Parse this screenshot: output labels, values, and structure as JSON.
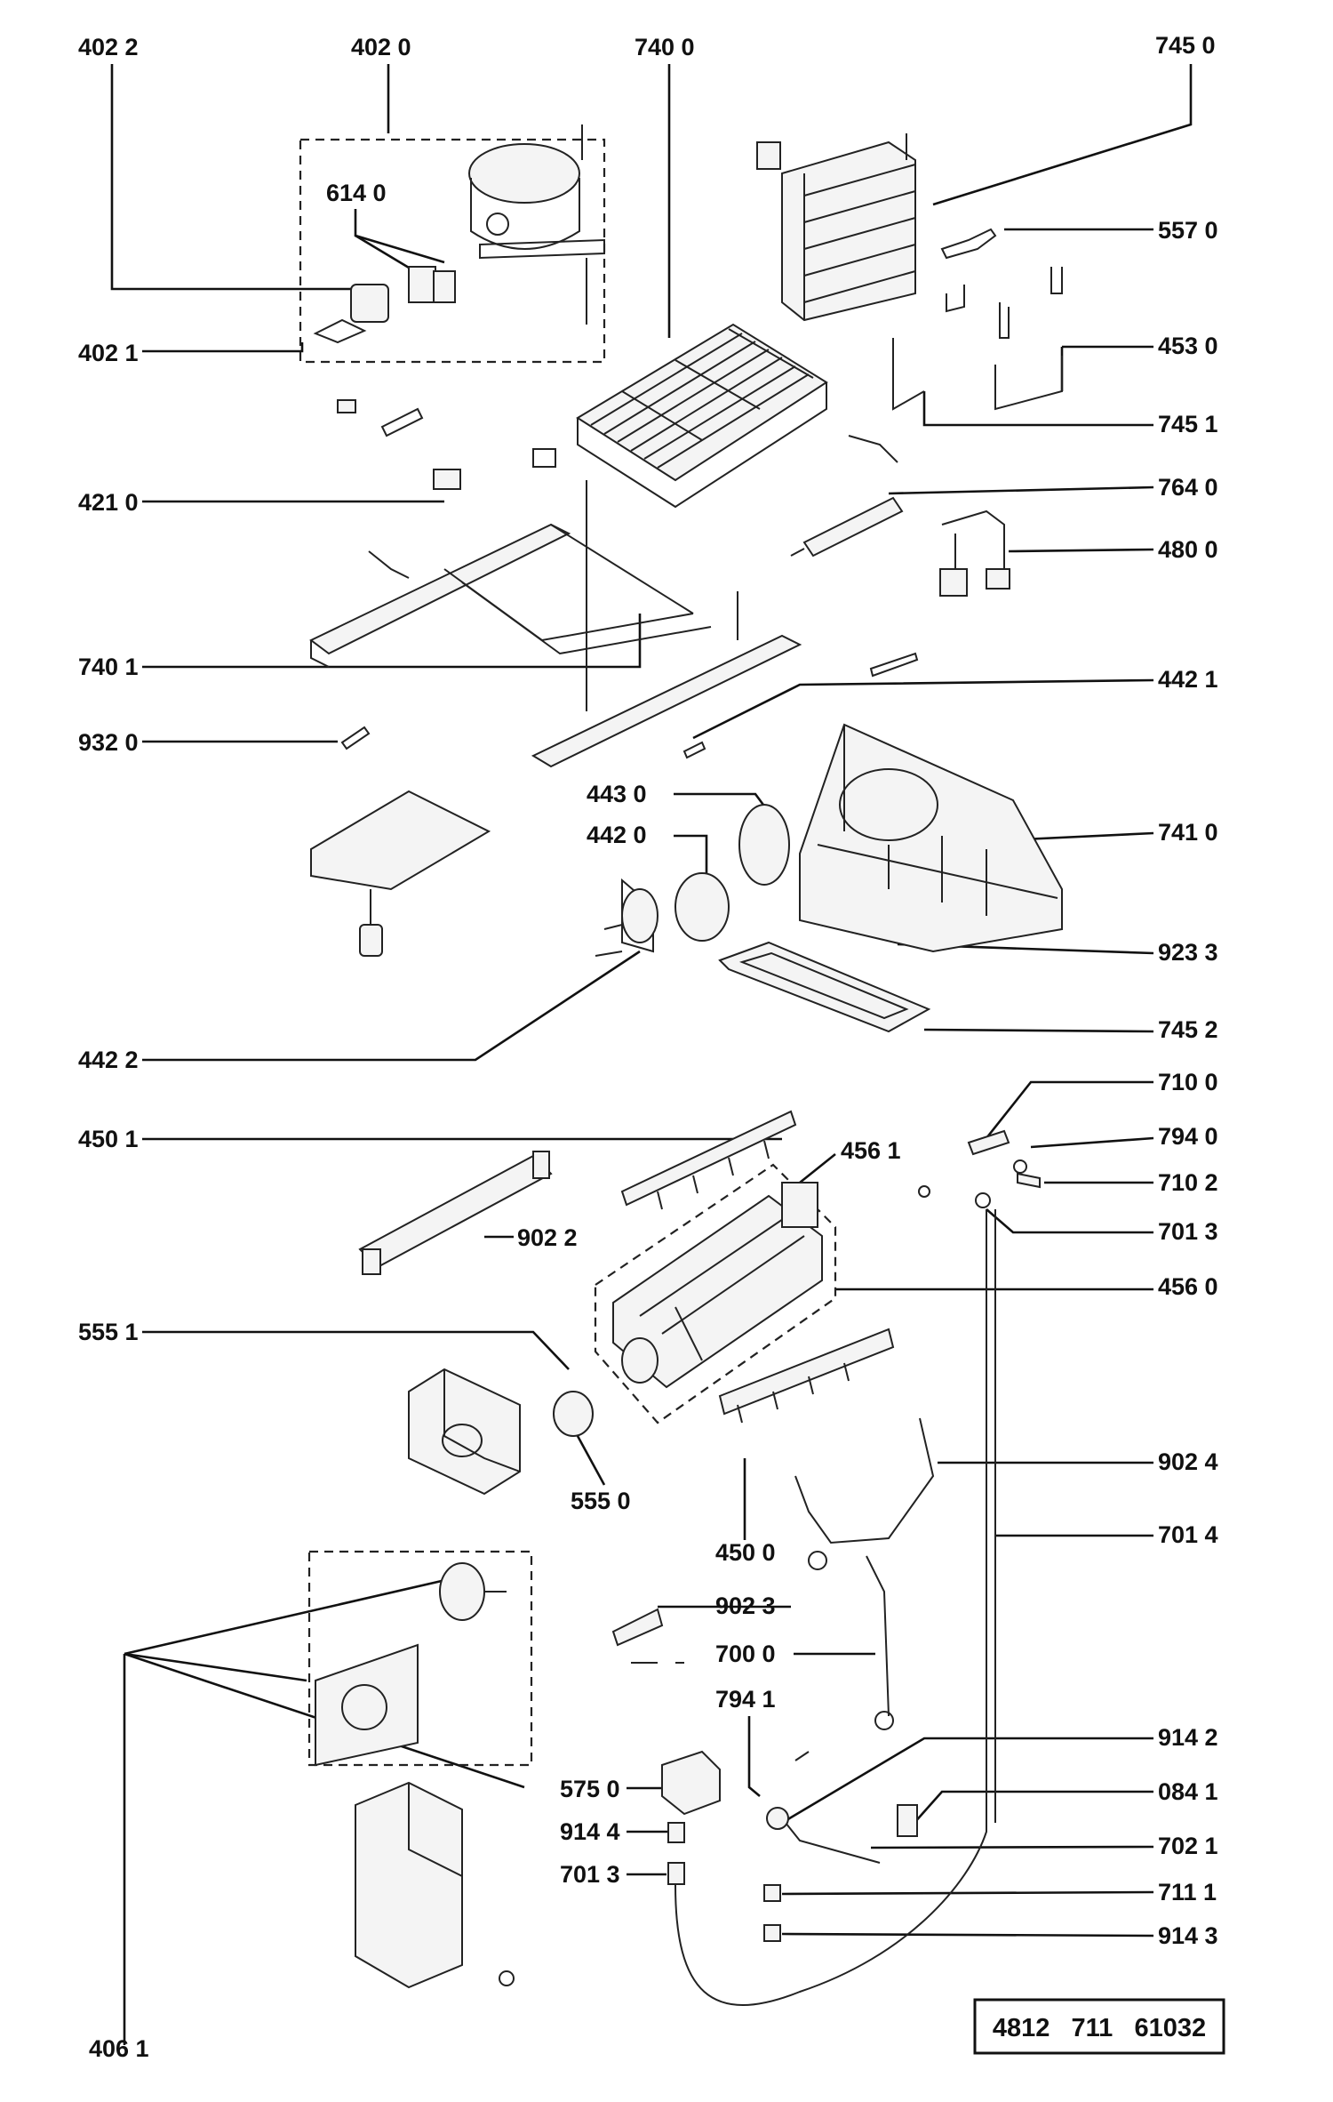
{
  "document_number": "4812   711   61032",
  "callouts": [
    {
      "id": "label-402-2",
      "text": "402 2"
    },
    {
      "id": "label-402-0",
      "text": "402 0"
    },
    {
      "id": "label-740-0",
      "text": "740 0"
    },
    {
      "id": "label-745-0",
      "text": "745 0"
    },
    {
      "id": "label-614-0",
      "text": "614 0"
    },
    {
      "id": "label-557-0",
      "text": "557 0"
    },
    {
      "id": "label-402-1",
      "text": "402 1"
    },
    {
      "id": "label-453-0",
      "text": "453 0"
    },
    {
      "id": "label-745-1",
      "text": "745 1"
    },
    {
      "id": "label-421-0",
      "text": "421 0"
    },
    {
      "id": "label-764-0",
      "text": "764 0"
    },
    {
      "id": "label-480-0",
      "text": "480 0"
    },
    {
      "id": "label-740-1",
      "text": "740 1"
    },
    {
      "id": "label-442-1",
      "text": "442 1"
    },
    {
      "id": "label-932-0",
      "text": "932 0"
    },
    {
      "id": "label-443-0",
      "text": "443 0"
    },
    {
      "id": "label-442-0",
      "text": "442 0"
    },
    {
      "id": "label-741-0",
      "text": "741 0"
    },
    {
      "id": "label-923-3",
      "text": "923 3"
    },
    {
      "id": "label-745-2",
      "text": "745 2"
    },
    {
      "id": "label-442-2",
      "text": "442 2"
    },
    {
      "id": "label-710-0",
      "text": "710 0"
    },
    {
      "id": "label-450-1",
      "text": "450 1"
    },
    {
      "id": "label-794-0",
      "text": "794 0"
    },
    {
      "id": "label-456-1",
      "text": "456 1"
    },
    {
      "id": "label-710-2",
      "text": "710 2"
    },
    {
      "id": "label-902-2",
      "text": "902  2"
    },
    {
      "id": "label-701-3a",
      "text": "701 3"
    },
    {
      "id": "label-456-0",
      "text": "456 0"
    },
    {
      "id": "label-555-1",
      "text": "555 1"
    },
    {
      "id": "label-555-0",
      "text": "555 0"
    },
    {
      "id": "label-902-4",
      "text": "902 4"
    },
    {
      "id": "label-450-0",
      "text": "450 0"
    },
    {
      "id": "label-701-4",
      "text": "701 4"
    },
    {
      "id": "label-902-3",
      "text": "902 3"
    },
    {
      "id": "label-700-0",
      "text": "700 0"
    },
    {
      "id": "label-794-1",
      "text": "794 1"
    },
    {
      "id": "label-914-2",
      "text": "914 2"
    },
    {
      "id": "label-575-0",
      "text": "575 0"
    },
    {
      "id": "label-084-1",
      "text": "084 1"
    },
    {
      "id": "label-914-4",
      "text": "914 4"
    },
    {
      "id": "label-702-1",
      "text": "702 1"
    },
    {
      "id": "label-701-3b",
      "text": "701 3"
    },
    {
      "id": "label-711-1",
      "text": "711 1"
    },
    {
      "id": "label-914-3",
      "text": "914 3"
    },
    {
      "id": "label-406-1",
      "text": "406 1"
    }
  ]
}
